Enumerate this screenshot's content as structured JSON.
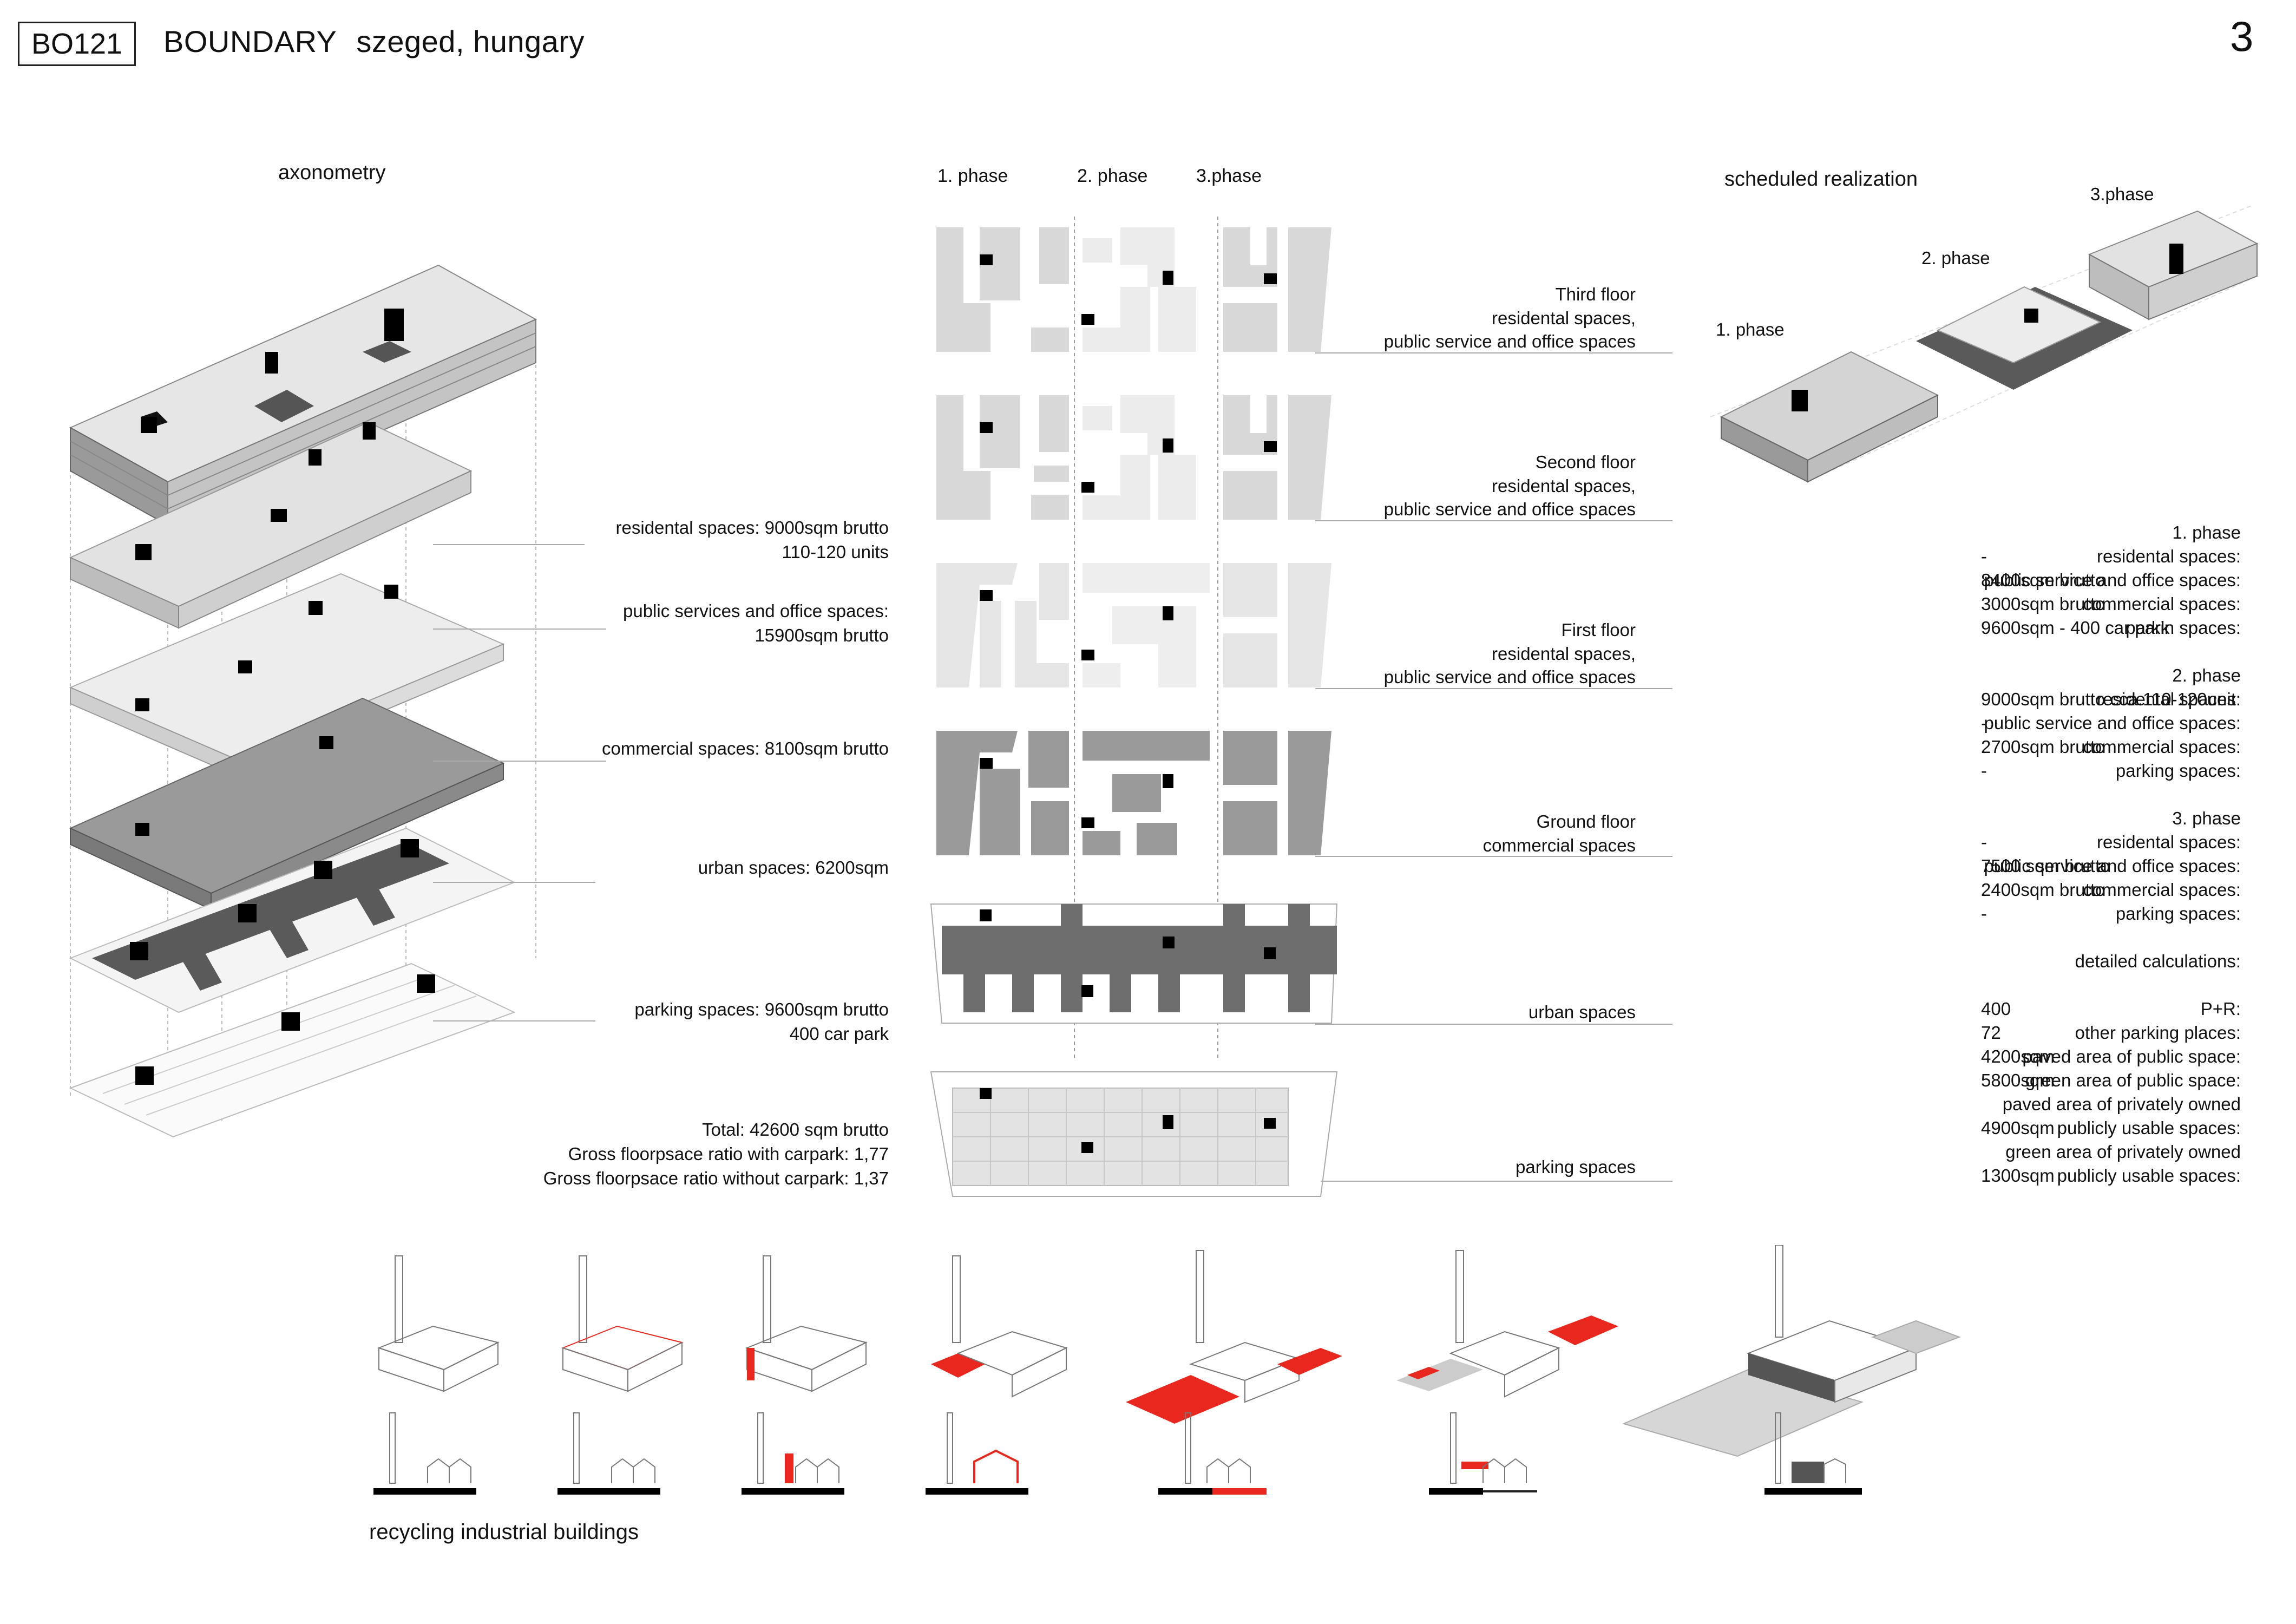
{
  "header": {
    "code": "BO121",
    "title": "BOUNDARY",
    "location": "szeged, hungary",
    "page": "3"
  },
  "axonometry": {
    "title": "axonometry",
    "labels": [
      {
        "lines": [
          "residental spaces: 9000sqm brutto",
          "110-120 units"
        ]
      },
      {
        "lines": [
          "public services and office spaces:",
          "15900sqm brutto"
        ]
      },
      {
        "lines": [
          "commercial spaces: 8100sqm brutto"
        ]
      },
      {
        "lines": [
          "urban spaces: 6200sqm"
        ]
      },
      {
        "lines": [
          "parking spaces: 9600sqm brutto",
          "400 car park"
        ]
      },
      {
        "lines": [
          "Total: 42600 sqm brutto",
          "Gross floorpsace ratio with carpark: 1,77",
          "Gross floorpsace ratio without carpark: 1,37"
        ]
      }
    ]
  },
  "phases_header": [
    "1. phase",
    "2. phase",
    "3.phase"
  ],
  "plans": [
    {
      "lines": [
        "Third floor",
        "residental spaces,",
        "public service and office spaces"
      ]
    },
    {
      "lines": [
        "Second floor",
        "residental spaces,",
        "public service and office spaces"
      ]
    },
    {
      "lines": [
        "First floor",
        "residental spaces,",
        "public service and office spaces"
      ]
    },
    {
      "lines": [
        "Ground floor",
        "commercial spaces"
      ]
    },
    {
      "lines": [
        "urban spaces"
      ]
    },
    {
      "lines": [
        "parking spaces"
      ]
    }
  ],
  "scheduled": {
    "title": "scheduled realization",
    "phase_labels": [
      "1. phase",
      "2. phase",
      "3.phase"
    ],
    "rows": [
      {
        "k": "1. phase",
        "v": ""
      },
      {
        "k": "residental spaces:",
        "v": "-"
      },
      {
        "k": "public service and office spaces:",
        "v": "8400sqm brutto"
      },
      {
        "k": "commercial spaces:",
        "v": "3000sqm brutto"
      },
      {
        "k": "parkin spaces:",
        "v": "9600sqm - 400 car park"
      },
      {
        "k": "",
        "v": ""
      },
      {
        "k": "2. phase",
        "v": ""
      },
      {
        "k": "residental spaces:",
        "v": "9000sqm brutto cca.110-120unit"
      },
      {
        "k": "public service and office spaces:",
        "v": "-"
      },
      {
        "k": "commercial spaces:",
        "v": "2700sqm brutto"
      },
      {
        "k": "parking spaces:",
        "v": "-"
      },
      {
        "k": "",
        "v": ""
      },
      {
        "k": "3. phase",
        "v": ""
      },
      {
        "k": "residental spaces:",
        "v": "-"
      },
      {
        "k": "public service and office spaces:",
        "v": "7500 sqm brutto"
      },
      {
        "k": "commercial spaces:",
        "v": "2400sqm brutto"
      },
      {
        "k": "parking spaces:",
        "v": "-"
      },
      {
        "k": "",
        "v": ""
      },
      {
        "k": "detailed calculations:",
        "v": ""
      },
      {
        "k": "",
        "v": ""
      },
      {
        "k": "P+R:",
        "v": "400"
      },
      {
        "k": "other parking places:",
        "v": "72"
      },
      {
        "k": "paved area of public space:",
        "v": "4200sqm"
      },
      {
        "k": "green area of public space:",
        "v": "5800sqm"
      },
      {
        "k": "paved area of privately owned",
        "v": ""
      },
      {
        "k": "publicly usable spaces:",
        "v": "4900sqm"
      },
      {
        "k": "green area of privately owned",
        "v": ""
      },
      {
        "k": "publicly usable spaces:",
        "v": "1300sqm"
      }
    ]
  },
  "footer": {
    "caption": "recycling industrial buildings"
  },
  "colors": {
    "accent_red": "#e8281e",
    "dark": "#6e6e6e",
    "mid": "#9e9e9e",
    "light": "#d6d6d6",
    "lighter": "#ececec"
  }
}
